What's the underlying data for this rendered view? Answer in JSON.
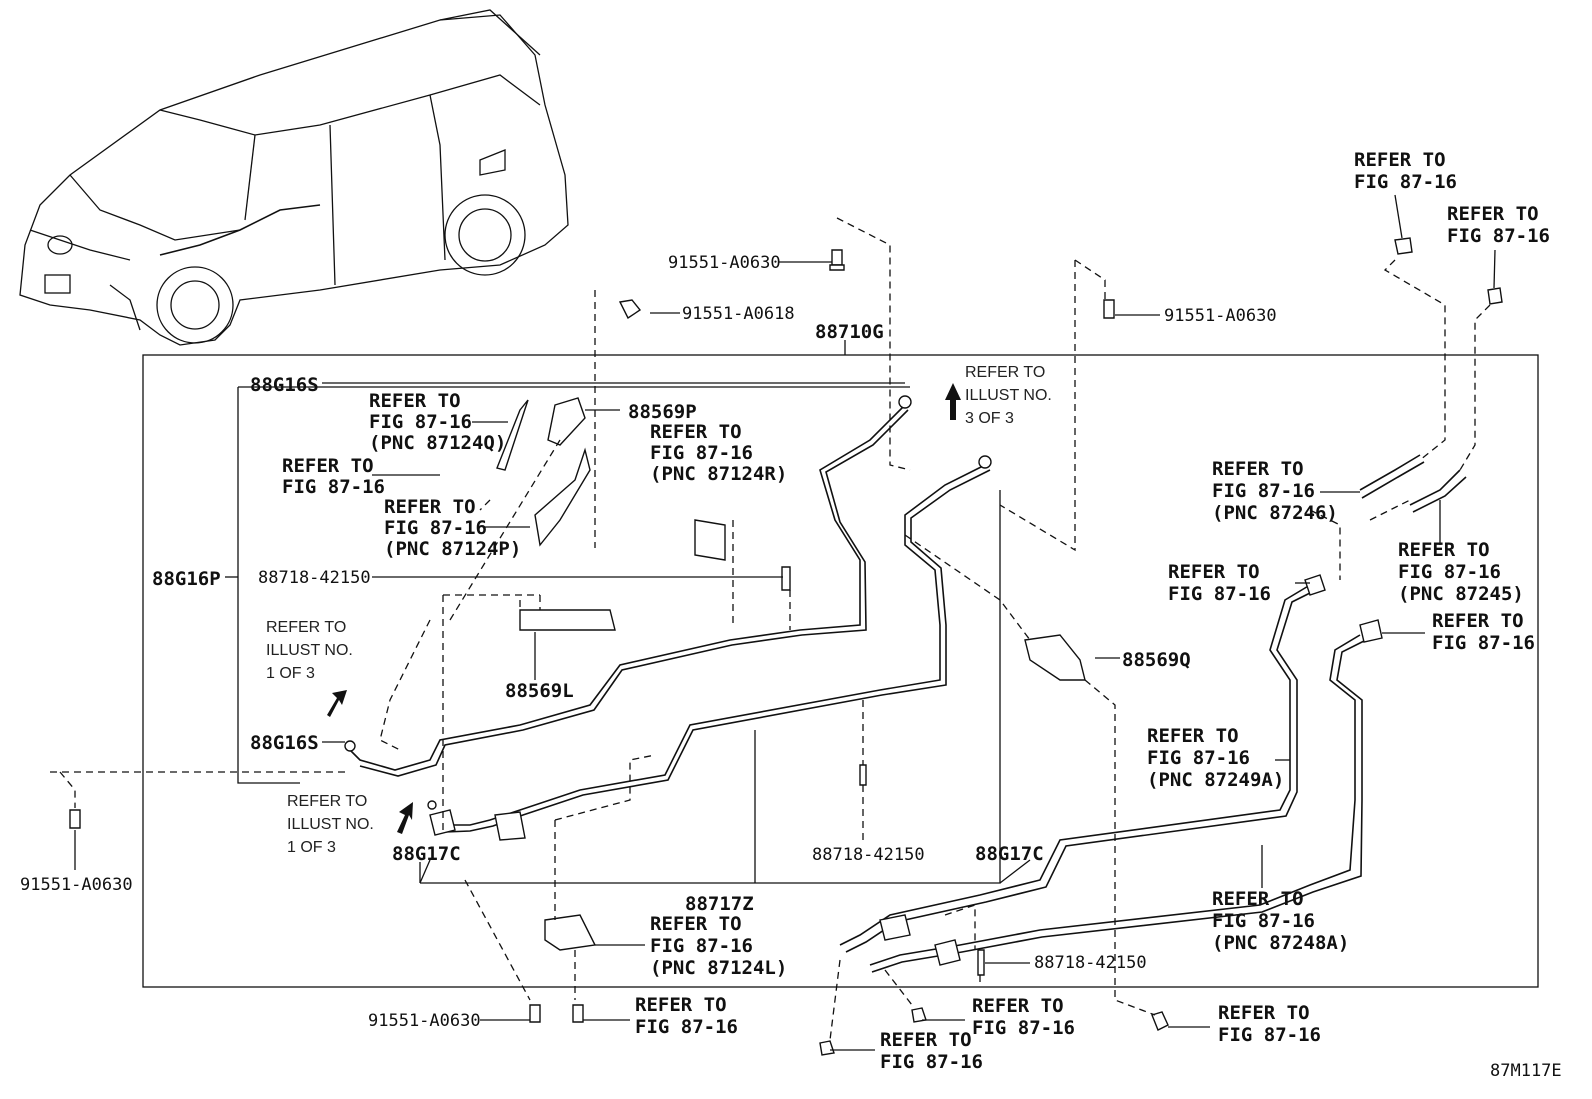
{
  "illustration_code": "87M117E",
  "labels": {
    "main_assembly": "88710G",
    "hose_upper": "88G16S",
    "hose_lower": "88G16S",
    "hose_pipe": "88G16P",
    "pipe_front": "88G17C",
    "pipe_rear": "88G17C",
    "pipe_assy": "88717Z",
    "bracket_upper": "88569P",
    "bracket_mid": "88569L",
    "bracket_right": "88569Q",
    "clip_left": "88718-42150",
    "clip_mid": "88718-42150",
    "clip_bottom": "88718-42150",
    "bolt_top": "91551-A0630",
    "bolt_top2": "91551-A0618",
    "bolt_right": "91551-A0630",
    "bolt_left": "91551-A0630",
    "bolt_bottom": "91551-A0630"
  },
  "refers": {
    "r1": [
      "REFER TO",
      "FIG 87-16",
      "(PNC 87124Q)"
    ],
    "r2": [
      "REFER TO",
      "FIG 87-16"
    ],
    "r3": [
      "REFER TO",
      "FIG 87-16",
      "(PNC 87124P)"
    ],
    "r4": [
      "REFER TO",
      "FIG 87-16",
      "(PNC 87124R)"
    ],
    "r5": [
      "REFER TO",
      "ILLUST NO.",
      "3 OF 3"
    ],
    "r6": [
      "REFER TO",
      "ILLUST NO.",
      "1 OF 3"
    ],
    "r7": [
      "REFER TO",
      "ILLUST NO.",
      "1 OF 3"
    ],
    "r8": [
      "REFER TO",
      "FIG 87-16"
    ],
    "r9": [
      "REFER TO",
      "FIG 87-16"
    ],
    "r10": [
      "REFER TO",
      "FIG 87-16",
      "(PNC 87246)"
    ],
    "r11": [
      "REFER TO",
      "FIG 87-16"
    ],
    "r12": [
      "REFER TO",
      "FIG 87-16",
      "(PNC 87245)"
    ],
    "r13": [
      "REFER TO",
      "FIG 87-16"
    ],
    "r14": [
      "REFER TO",
      "FIG 87-16",
      "(PNC 87249A)"
    ],
    "r15": [
      "REFER TO",
      "FIG 87-16",
      "(PNC 87248A)"
    ],
    "r16": [
      "REFER TO",
      "FIG 87-16",
      "(PNC 87124L)"
    ],
    "r17": [
      "REFER TO",
      "FIG 87-16"
    ],
    "r18": [
      "REFER TO",
      "FIG 87-16"
    ],
    "r19": [
      "REFER TO",
      "FIG 87-16"
    ],
    "r20": [
      "REFER TO",
      "FIG 87-16"
    ]
  }
}
